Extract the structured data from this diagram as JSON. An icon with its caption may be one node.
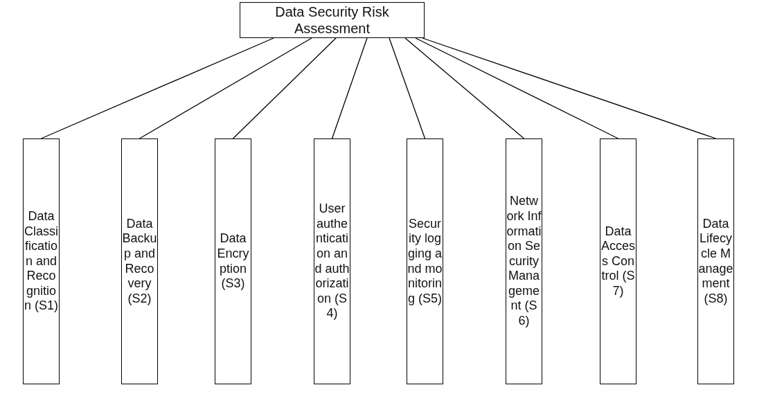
{
  "diagram": {
    "nodes": [
      {
        "text": [
          "Data Security Risk Assessment"
        ]
      },
      {
        "text": [
          "Data Classification and Recognition (S1)"
        ]
      },
      {
        "text": [
          "Data Backup and Recovery (S2)"
        ]
      },
      {
        "text": [
          "Data Encryption (S3)"
        ]
      },
      {
        "text": [
          "User authentication and authorization (S4)"
        ]
      },
      {
        "text": [
          "Security logging and monitoring (S5)"
        ]
      },
      {
        "text": [
          "Network Information Security Management (S6)"
        ]
      },
      {
        "text": [
          "Data Access Control (S7)"
        ]
      },
      {
        "text": [
          "Data Lifecycle Management (S8)"
        ]
      }
    ],
    "edges": [
      {
        "from": 0,
        "to": 1,
        "arrow": "none"
      },
      {
        "from": 0,
        "to": 2,
        "arrow": "none"
      },
      {
        "from": 0,
        "to": 3,
        "arrow": "none"
      },
      {
        "from": 0,
        "to": 4,
        "arrow": "none"
      },
      {
        "from": 0,
        "to": 5,
        "arrow": "none"
      },
      {
        "from": 0,
        "to": 6,
        "arrow": "none"
      },
      {
        "from": 0,
        "to": 7,
        "arrow": "none"
      },
      {
        "from": 0,
        "to": 8,
        "arrow": "none"
      }
    ]
  }
}
